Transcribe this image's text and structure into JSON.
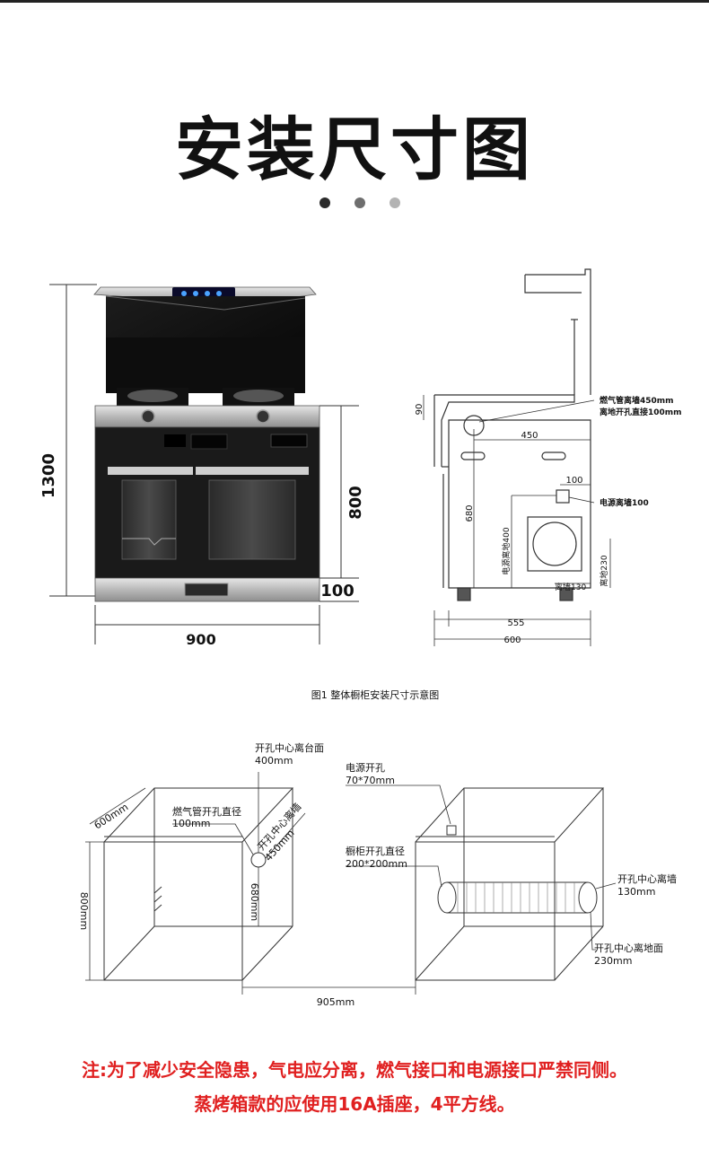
{
  "title": "安装尺寸图",
  "colors": {
    "dot1": "#2b2b2b",
    "dot2": "#6e6e6e",
    "dot3": "#b3b3b3",
    "note": "#e02020",
    "line": "#333333"
  },
  "figure1": {
    "caption": "图1  整体橱柜安装尺寸示意图",
    "dim_height": "1300",
    "dim_cabinet_height": "800",
    "dim_plinth": "100",
    "dim_width": "900",
    "side": {
      "gas_pipe_note_1": "燃气管离墙450mm",
      "gas_pipe_note_2": "离地开孔直接100mm",
      "dim_450": "450",
      "dim_100": "100",
      "dim_90": "90",
      "dim_680": "680",
      "power_note": "电源离墙100",
      "dim_400": "电源离地400",
      "dim_130": "离墙130",
      "dim_230": "离地230",
      "dim_555": "555",
      "dim_600": "600"
    }
  },
  "figure2": {
    "hole_center_top_1": "开孔中心离台面",
    "hole_center_top_2": "400mm",
    "power_hole_1": "电源开孔",
    "power_hole_2": "70*70mm",
    "gas_pipe_diam_1": "燃气管开孔直径",
    "gas_pipe_diam_2": "100mm",
    "hole_center_wall": "开孔中心离墙",
    "dim_450mm": "450mm",
    "dim_600mm": "600mm",
    "cab_hole_1": "橱柜开孔直径",
    "cab_hole_2": "200*200mm",
    "right_wall_1": "开孔中心离墙",
    "right_wall_2": "130mm",
    "dim_800mm": "800mm",
    "dim_680mm": "680mm",
    "floor_1": "开孔中心离地面",
    "floor_2": "230mm",
    "dim_905mm": "905mm"
  },
  "notes": {
    "line1": "注:为了减少安全隐患，气电应分离，燃气接口和电源接口严禁同侧。",
    "line2": "蒸烤箱款的应使用16A插座，4平方线。"
  }
}
